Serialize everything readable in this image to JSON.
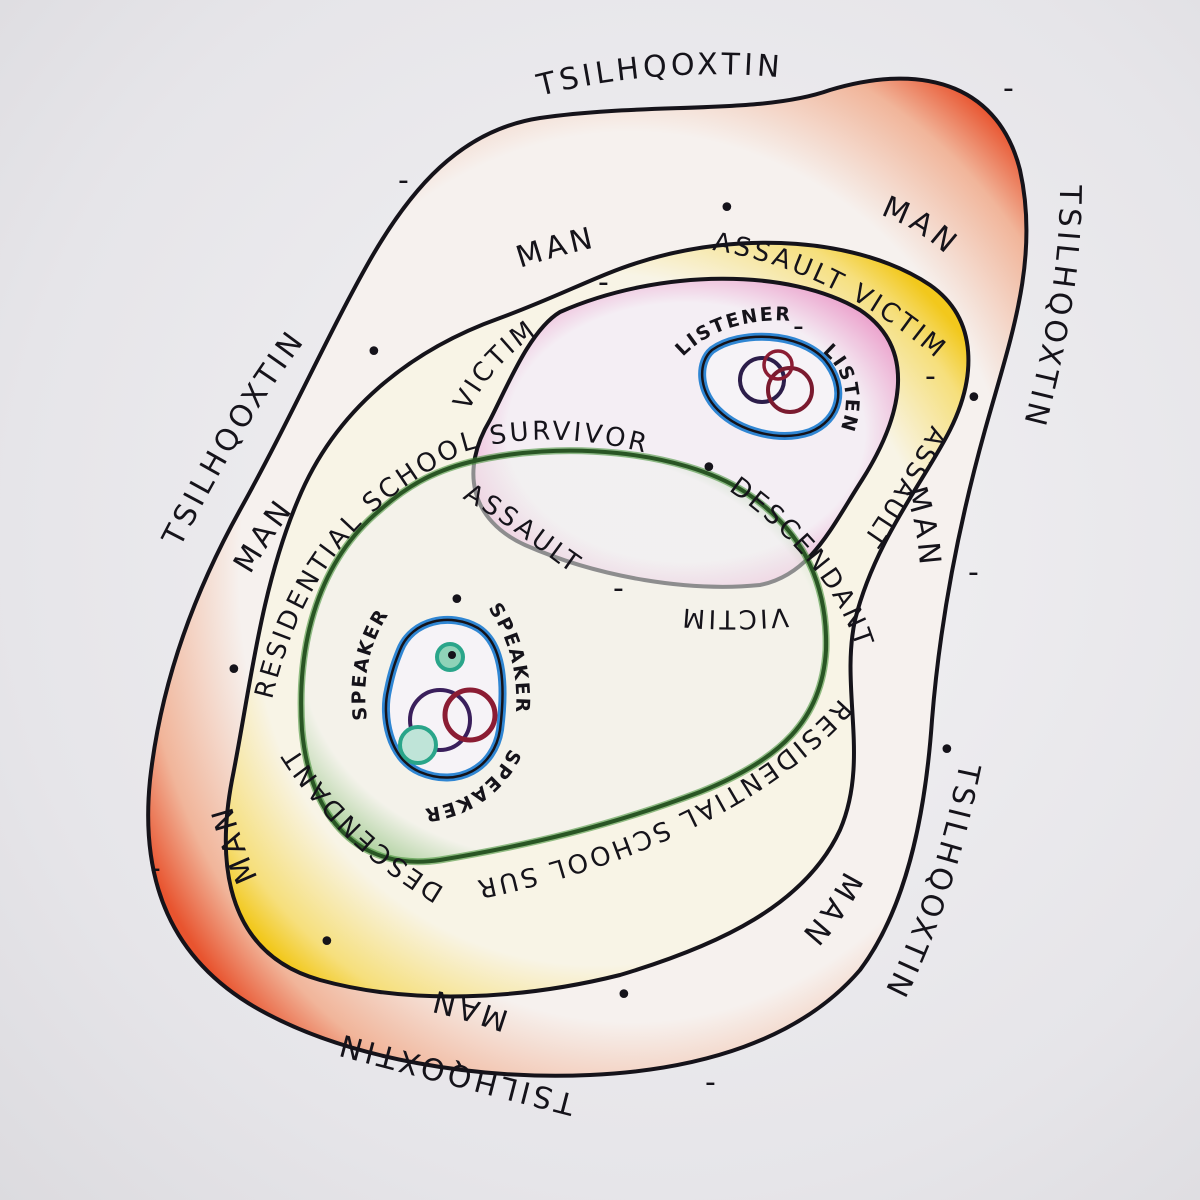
{
  "labels": {
    "outer": "TSILHQOXTIN",
    "man": "MAN",
    "assault_victim": "ASSAULT VICTIM",
    "victim": "VICTIM",
    "assault": "ASSAULT",
    "residential_school_survivor": "RESIDENTIAL SCHOOL SURVIVOR",
    "descendant_of": "DESCENDANT OF",
    "descendant": "DESCENDANT",
    "of_residential_school_survivor": "RESIDENTIAL SCHOOL SURVIVOR",
    "listener": "LISTENER",
    "speaker": "SPEAKER",
    "separator": "-",
    "dot": "•"
  },
  "colors": {
    "tsilhqoxtin_region": "#e8542f",
    "man_region": "#f2c81c",
    "assault_victim_region": "#e98ac0",
    "descendant_region": "#3a8d2e",
    "listener_speaker_ring": "#2f86d3",
    "teal_circle": "#2aa58a",
    "maroon_circle": "#8b1c33",
    "purple_circle": "#3a1f5c",
    "ink": "#15131a",
    "paper": "#eeedf0"
  }
}
